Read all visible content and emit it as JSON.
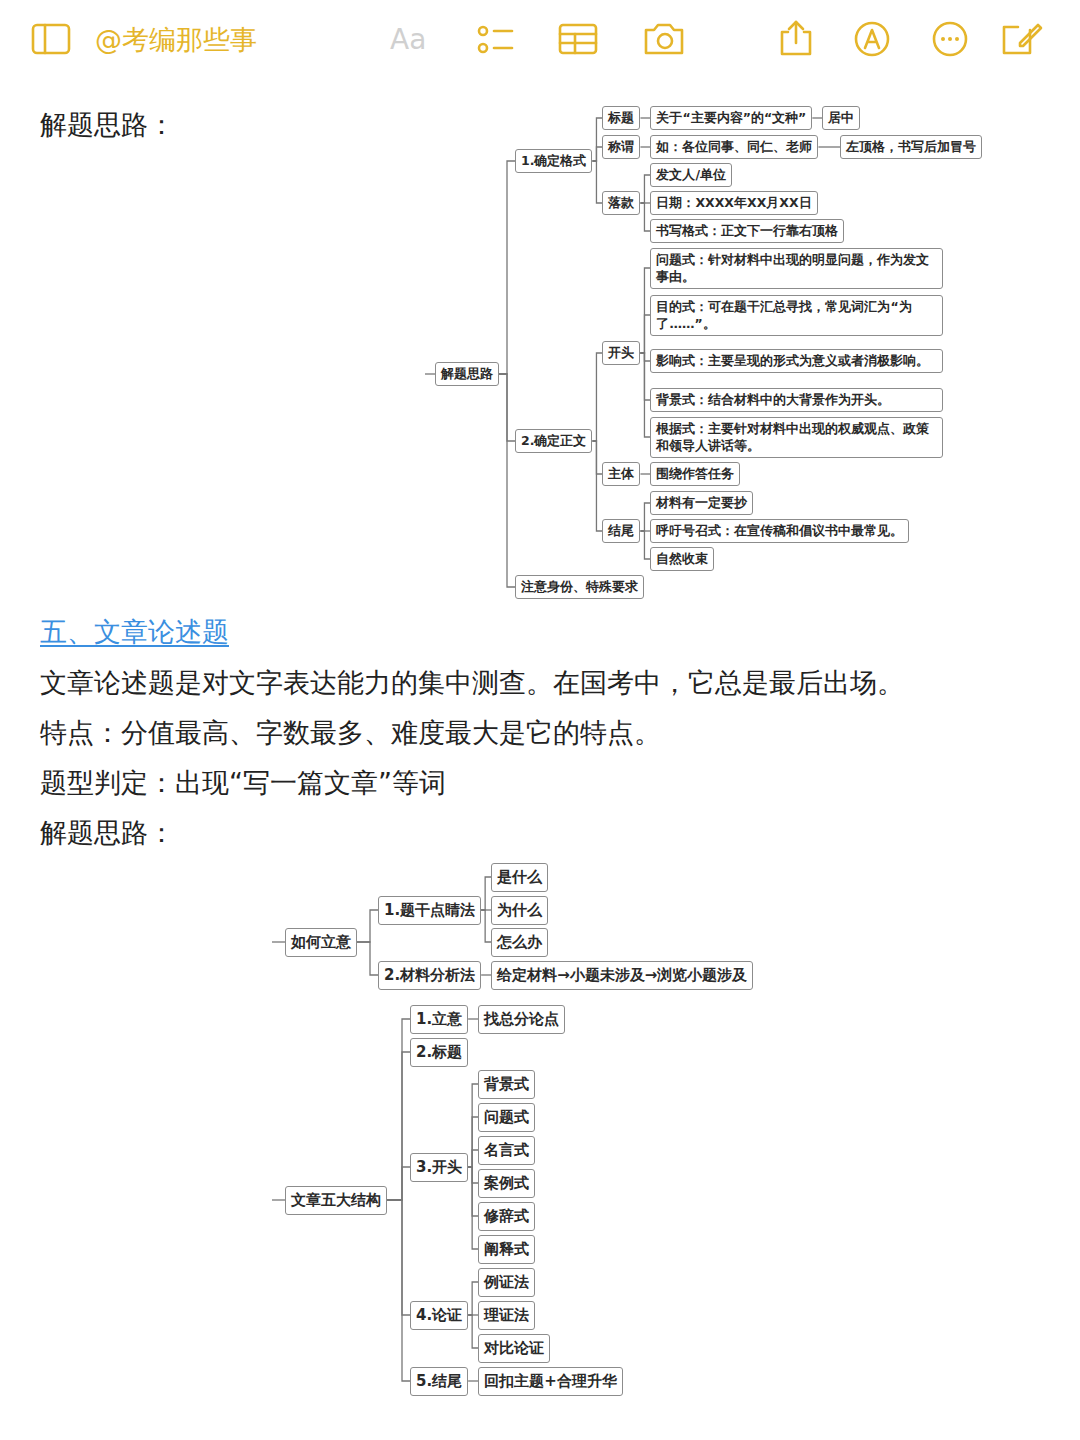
{
  "diagram": {
    "nodes": [
      {
        "text": [
          "解题思路"
        ]
      },
      {
        "text": [
          "1.确定格式"
        ]
      },
      {
        "text": [
          "标题"
        ]
      },
      {
        "text": [
          "关于“主要内容”的“文种”"
        ]
      },
      {
        "text": [
          "居中"
        ]
      },
      {
        "text": [
          "称谓"
        ]
      },
      {
        "text": [
          "如：各位同事、同仁、老师"
        ]
      },
      {
        "text": [
          "左顶格，书写后加冒号"
        ]
      },
      {
        "text": [
          "落款"
        ]
      },
      {
        "text": [
          "发文人/单位"
        ]
      },
      {
        "text": [
          "日期：XXXX年XX月XX日"
        ]
      },
      {
        "text": [
          "书写格式：正文下一行靠右顶格"
        ]
      },
      {
        "text": [
          "2.确定正文"
        ]
      },
      {
        "text": [
          "开头"
        ]
      },
      {
        "text": [
          "问题式：针对材料中出现的明显问题，作为发文事由。"
        ]
      },
      {
        "text": [
          "目的式：可在题干汇总寻找，常见词汇为“为了……”。"
        ]
      },
      {
        "text": [
          "影响式：主要呈现的形式为意义或者消极影响。"
        ]
      },
      {
        "text": [
          "背景式：结合材料中的大背景作为开头。"
        ]
      },
      {
        "text": [
          "根据式：主要针对材料中出现的权威观点、政策和领导人讲话等。"
        ]
      },
      {
        "text": [
          "主体"
        ]
      },
      {
        "text": [
          "围绕作答任务"
        ]
      },
      {
        "text": [
          "结尾"
        ]
      },
      {
        "text": [
          "材料有一定要抄"
        ]
      },
      {
        "text": [
          "呼吁号召式：在宣传稿和倡议书中最常见。"
        ]
      },
      {
        "text": [
          "自然收束"
        ]
      },
      {
        "text": [
          "注意身份、特殊要求"
        ]
      },
      {
        "text": [
          "如何立意"
        ]
      },
      {
        "text": [
          "1.题干点睛法"
        ]
      },
      {
        "text": [
          "是什么"
        ]
      },
      {
        "text": [
          "为什么"
        ]
      },
      {
        "text": [
          "怎么办"
        ]
      },
      {
        "text": [
          "2.材料分析法"
        ]
      },
      {
        "text": [
          "给定材料→小题未涉及→浏览小题涉及"
        ]
      },
      {
        "text": [
          "文章五大结构"
        ]
      },
      {
        "text": [
          "1.立意"
        ]
      },
      {
        "text": [
          "找总分论点"
        ]
      },
      {
        "text": [
          "2.标题"
        ]
      },
      {
        "text": [
          "3.开头"
        ]
      },
      {
        "text": [
          "背景式"
        ]
      },
      {
        "text": [
          "问题式"
        ]
      },
      {
        "text": [
          "名言式"
        ]
      },
      {
        "text": [
          "案例式"
        ]
      },
      {
        "text": [
          "修辞式"
        ]
      },
      {
        "text": [
          "阐释式"
        ]
      },
      {
        "text": [
          "4.论证"
        ]
      },
      {
        "text": [
          "例证法"
        ]
      },
      {
        "text": [
          "理证法"
        ]
      },
      {
        "text": [
          "对比论证"
        ]
      },
      {
        "text": [
          "5.结尾"
        ]
      },
      {
        "text": [
          "回扣主题+合理升华"
        ]
      }
    ],
    "edges": [
      {
        "from": 0,
        "to": 1,
        "arrow": "none"
      },
      {
        "from": 1,
        "to": 2,
        "arrow": "none"
      },
      {
        "from": 2,
        "to": 3,
        "arrow": "none"
      },
      {
        "from": 3,
        "to": 4,
        "arrow": "none"
      },
      {
        "from": 1,
        "to": 5,
        "arrow": "none"
      },
      {
        "from": 5,
        "to": 6,
        "arrow": "none"
      },
      {
        "from": 6,
        "to": 7,
        "arrow": "none"
      },
      {
        "from": 1,
        "to": 8,
        "arrow": "none"
      },
      {
        "from": 8,
        "to": 9,
        "arrow": "none"
      },
      {
        "from": 8,
        "to": 10,
        "arrow": "none"
      },
      {
        "from": 8,
        "to": 11,
        "arrow": "none"
      },
      {
        "from": 0,
        "to": 12,
        "arrow": "none"
      },
      {
        "from": 12,
        "to": 13,
        "arrow": "none"
      },
      {
        "from": 13,
        "to": 14,
        "arrow": "none"
      },
      {
        "from": 13,
        "to": 15,
        "arrow": "none"
      },
      {
        "from": 13,
        "to": 16,
        "arrow": "none"
      },
      {
        "from": 13,
        "to": 17,
        "arrow": "none"
      },
      {
        "from": 13,
        "to": 18,
        "arrow": "none"
      },
      {
        "from": 12,
        "to": 19,
        "arrow": "none"
      },
      {
        "from": 19,
        "to": 20,
        "arrow": "none"
      },
      {
        "from": 12,
        "to": 21,
        "arrow": "none"
      },
      {
        "from": 21,
        "to": 22,
        "arrow": "none"
      },
      {
        "from": 21,
        "to": 23,
        "arrow": "none"
      },
      {
        "from": 21,
        "to": 24,
        "arrow": "none"
      },
      {
        "from": 0,
        "to": 25,
        "arrow": "none"
      },
      {
        "from": 26,
        "to": 27,
        "arrow": "none"
      },
      {
        "from": 27,
        "to": 28,
        "arrow": "none"
      },
      {
        "from": 27,
        "to": 29,
        "arrow": "none"
      },
      {
        "from": 27,
        "to": 30,
        "arrow": "none"
      },
      {
        "from": 26,
        "to": 31,
        "arrow": "none"
      },
      {
        "from": 31,
        "to": 32,
        "arrow": "none"
      },
      {
        "from": 33,
        "to": 34,
        "arrow": "none"
      },
      {
        "from": 34,
        "to": 35,
        "arrow": "none"
      },
      {
        "from": 33,
        "to": 36,
        "arrow": "none"
      },
      {
        "from": 33,
        "to": 37,
        "arrow": "none"
      },
      {
        "from": 37,
        "to": 38,
        "arrow": "none"
      },
      {
        "from": 37,
        "to": 39,
        "arrow": "none"
      },
      {
        "from": 37,
        "to": 40,
        "arrow": "none"
      },
      {
        "from": 37,
        "to": 41,
        "arrow": "none"
      },
      {
        "from": 37,
        "to": 42,
        "arrow": "none"
      },
      {
        "from": 37,
        "to": 43,
        "arrow": "none"
      },
      {
        "from": 33,
        "to": 44,
        "arrow": "none"
      },
      {
        "from": 44,
        "to": 45,
        "arrow": "none"
      },
      {
        "from": 44,
        "to": 46,
        "arrow": "none"
      },
      {
        "from": 44,
        "to": 47,
        "arrow": "none"
      },
      {
        "from": 33,
        "to": 48,
        "arrow": "none"
      },
      {
        "from": 48,
        "to": 49,
        "arrow": "none"
      }
    ],
    "labels": [
      "@考编那些事",
      "Aa",
      "解题思路：",
      "五、文章论述题",
      "文章论述题是对文字表达能力的集中测查。在国考中，它总是最后出场。",
      "特点：分值最高、字数最多、难度最大是它的特点。",
      "题型判定：出现“写一篇文章”等词",
      "解题思路："
    ]
  }
}
